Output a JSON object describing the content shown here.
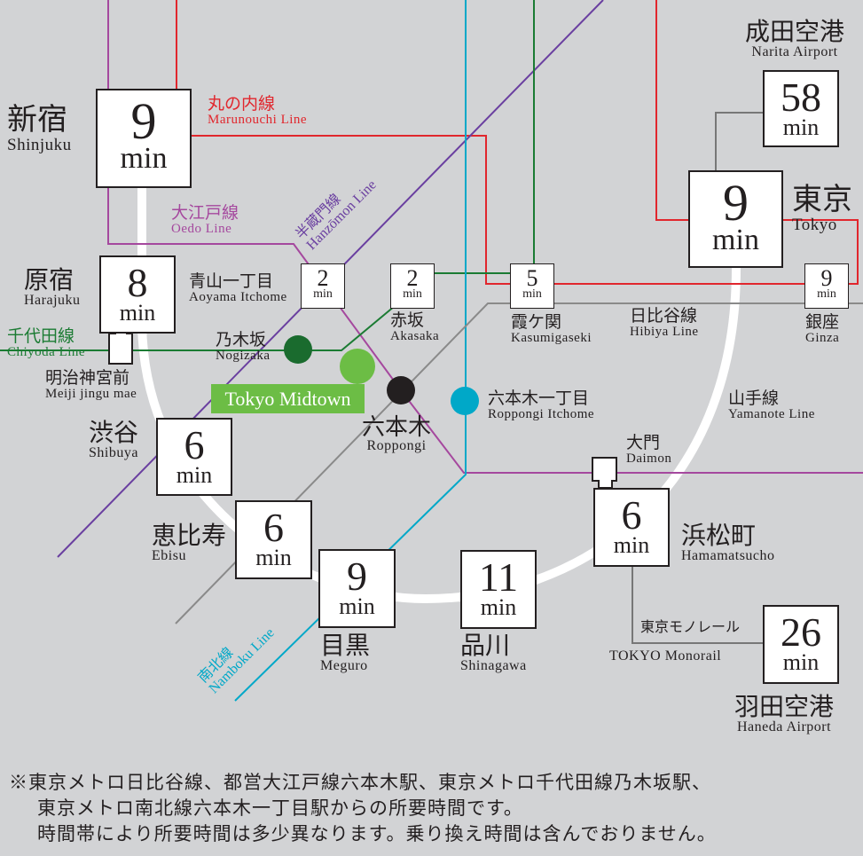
{
  "colors": {
    "background": "#d2d3d5",
    "marunouchi": "#e1262d",
    "oedo": "#a5489e",
    "hanzomon": "#6a3fa0",
    "chiyoda": "#1b7b33",
    "namboku": "#00a8c8",
    "hibiya": "#8a8a8a",
    "yamanote": "#ffffff",
    "midtown": "#6cbd45",
    "roppongi": "#231f20"
  },
  "min_label": "min",
  "stations": {
    "shinjuku": {
      "jp": "新宿",
      "en": "Shinjuku",
      "min": "9"
    },
    "harajuku": {
      "jp": "原宿",
      "en": "Harajuku",
      "min": "8"
    },
    "meiji": {
      "jp": "明治神宮前",
      "en": "Meiji jingu mae"
    },
    "aoyama": {
      "jp": "青山一丁目",
      "en": "Aoyama Itchome",
      "min": "2"
    },
    "akasaka": {
      "jp": "赤坂",
      "en": "Akasaka",
      "min": "2"
    },
    "kasumigaseki": {
      "jp": "霞ケ関",
      "en": "Kasumigaseki",
      "min": "5"
    },
    "tokyo": {
      "jp": "東京",
      "en": "Tokyo",
      "min": "9"
    },
    "narita": {
      "jp": "成田空港",
      "en": "Narita Airport",
      "min": "58"
    },
    "ginza": {
      "jp": "銀座",
      "en": "Ginza",
      "min": "9"
    },
    "nogizaka": {
      "jp": "乃木坂",
      "en": "Nogizaka"
    },
    "roppongi": {
      "jp": "六本木",
      "en": "Roppongi"
    },
    "roppongi_itchome": {
      "jp": "六本木一丁目",
      "en": "Roppongi Itchome"
    },
    "shibuya": {
      "jp": "渋谷",
      "en": "Shibuya",
      "min": "6"
    },
    "ebisu": {
      "jp": "恵比寿",
      "en": "Ebisu",
      "min": "6"
    },
    "meguro": {
      "jp": "目黒",
      "en": "Meguro",
      "min": "9"
    },
    "shinagawa": {
      "jp": "品川",
      "en": "Shinagawa",
      "min": "11"
    },
    "daimon": {
      "jp": "大門",
      "en": "Daimon"
    },
    "hamamatsucho": {
      "jp": "浜松町",
      "en": "Hamamatsucho",
      "min": "6"
    },
    "haneda": {
      "jp": "羽田空港",
      "en": "Haneda Airport",
      "min": "26"
    }
  },
  "lines": {
    "marunouchi": {
      "jp": "丸の内線",
      "en": "Marunouchi Line"
    },
    "oedo": {
      "jp": "大江戸線",
      "en": "Oedo Line"
    },
    "hanzomon": {
      "jp": "半蔵門線",
      "en": "Hanzōmon Line"
    },
    "chiyoda": {
      "jp": "千代田線",
      "en": "Chiyoda Line"
    },
    "hibiya": {
      "jp": "日比谷線",
      "en": "Hibiya Line"
    },
    "yamanote": {
      "jp": "山手線",
      "en": "Yamanote Line"
    },
    "namboku": {
      "jp": "南北線",
      "en": "Namboku Line"
    },
    "monorail": {
      "jp": "東京モノレール",
      "en": "TOKYO Monorail"
    }
  },
  "midtown": "Tokyo Midtown",
  "footnote": [
    "※東京メトロ日比谷線、都営大江戸線六本木駅、東京メトロ千代田線乃木坂駅、",
    "東京メトロ南北線六本木一丁目駅からの所要時間です。",
    "時間帯により所要時間は多少異なります。乗り換え時間は含んでおりません。"
  ]
}
